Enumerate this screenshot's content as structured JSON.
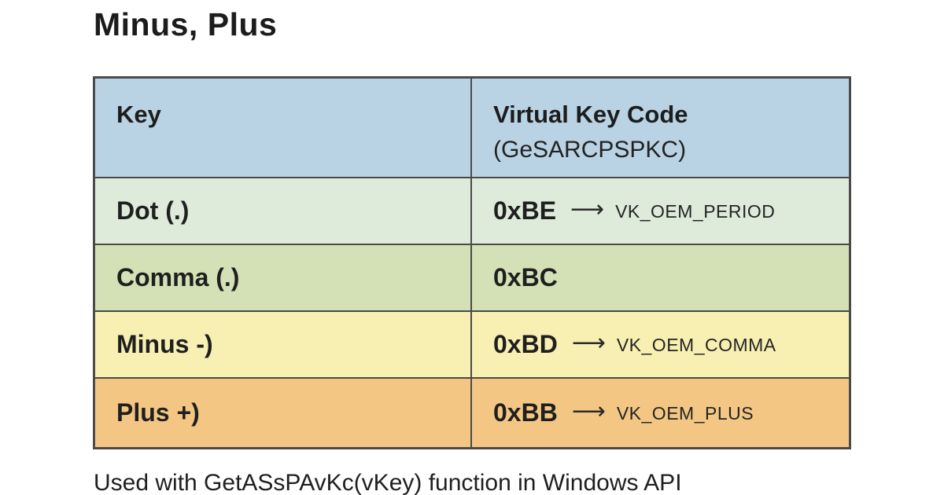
{
  "page": {
    "title": "Minus, Plus",
    "footer": "Used with GetASsPAvKc(vKey) function in Windows API"
  },
  "colors": {
    "background": "#ffffff",
    "table_border": "#4a4a4a",
    "text": "#1d1d1d",
    "header_bg": "#b9d3e4"
  },
  "table": {
    "arrow": "⟶",
    "headers": {
      "key_column": "Key",
      "value_column": "Virtual Key Code",
      "value_column_sub": "(GeSARCPSPKC)"
    },
    "header_bg": "#b9d3e4",
    "rows": [
      {
        "key": "Dot (.)",
        "code": "0xBE",
        "vk": "VK_OEM_PERIOD",
        "bg": "#deebdb"
      },
      {
        "key": "Comma (.)",
        "code": "0xBC",
        "vk": "",
        "bg": "#d4e0b6"
      },
      {
        "key": "Minus -)",
        "code": "0xBD",
        "vk": "VK_OEM_COMMA",
        "bg": "#f8efb2"
      },
      {
        "key": "Plus +)",
        "code": "0xBB",
        "vk": "VK_OEM_PLUS",
        "bg": "#f3c783"
      }
    ]
  }
}
